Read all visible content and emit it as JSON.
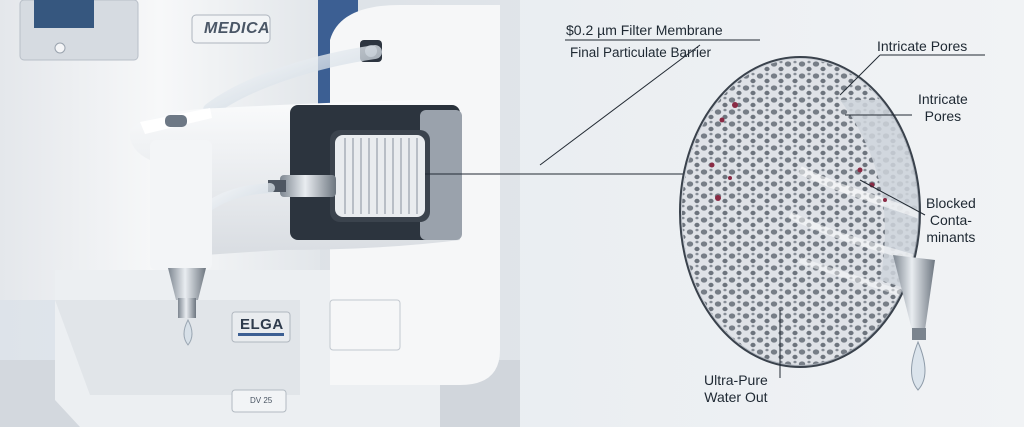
{
  "device": {
    "brand_top": "MEDICA",
    "brand_bottom": "ELGA",
    "model_plate": "DV 25"
  },
  "callouts": {
    "membrane_title": "$0.2 µm Filter Membrane",
    "membrane_subtitle": "Final Particulate Barrier",
    "pores_1": "Intricate Pores",
    "pores_2_line1": "Intricate",
    "pores_2_line2": "Pores",
    "blocked_line1": "Blocked",
    "blocked_line2": "Conta-",
    "blocked_line3": "minants",
    "water_line1": "Ultra-Pure",
    "water_line2": "Water Out"
  },
  "colors": {
    "background": "#e6eaee",
    "device_body": "#f4f5f7",
    "device_shadow": "#c8ced6",
    "accent_blue": "#3c5f93",
    "membrane": "#b9bec6",
    "contaminant": "#8a2a44",
    "leader_line": "#222a33"
  },
  "icons": {
    "control_panel": "display-panel-icon",
    "cartridge": "filter-cartridge-icon",
    "droplet": "water-droplet-icon"
  }
}
